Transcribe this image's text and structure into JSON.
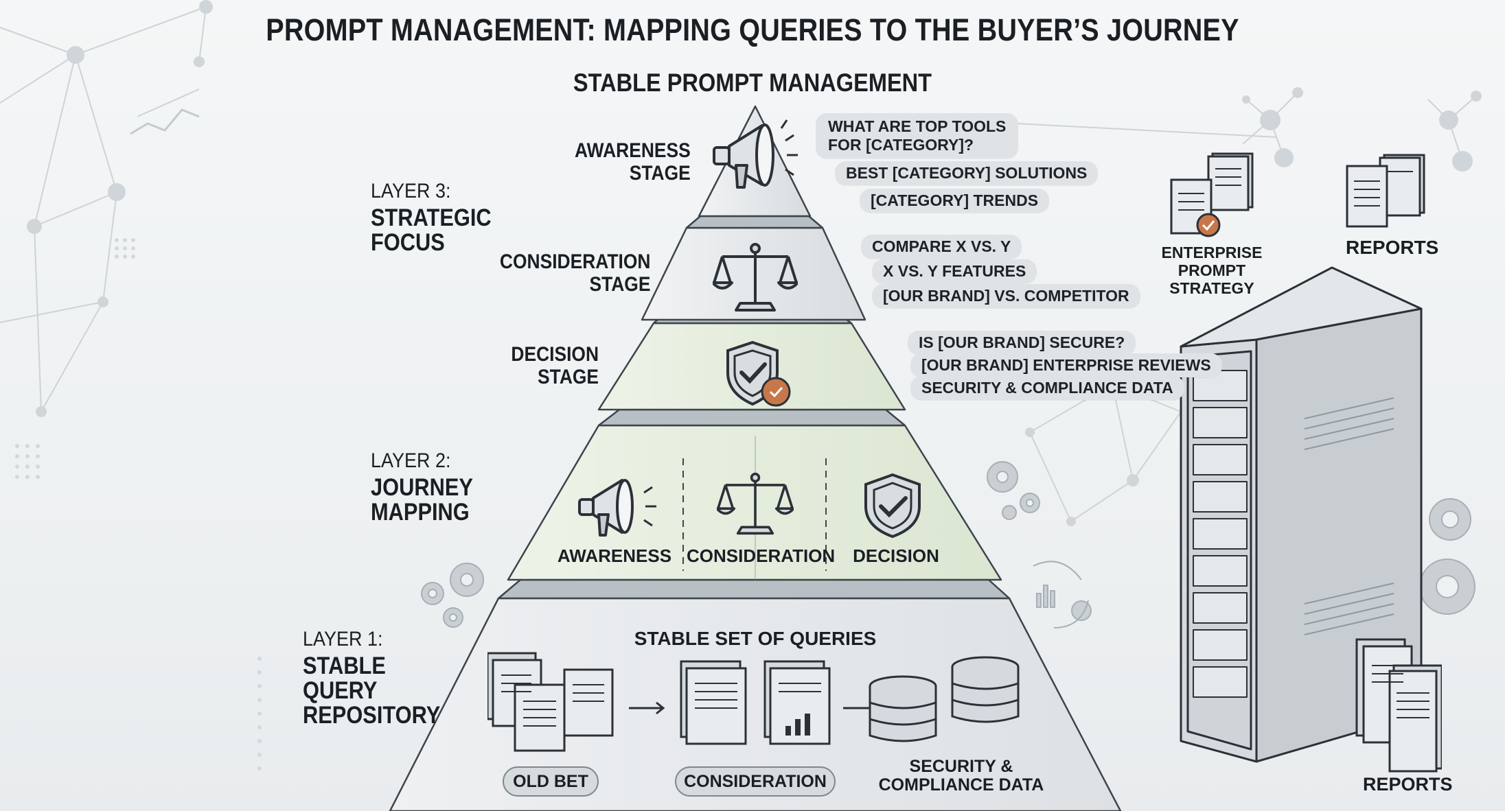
{
  "title": "PROMPT MANAGEMENT: MAPPING QUERIES TO THE BUYER’S JOURNEY",
  "subtitle": "STABLE PROMPT MANAGEMENT",
  "layers": [
    {
      "number": "LAYER 3:",
      "name_lines": [
        "STRATEGIC",
        "FOCUS"
      ]
    },
    {
      "number": "LAYER 2:",
      "name_lines": [
        "JOURNEY",
        "MAPPING"
      ]
    },
    {
      "number": "LAYER 1:",
      "name_lines": [
        "STABLE",
        "QUERY",
        "REPOSITORY"
      ]
    }
  ],
  "stages": {
    "awareness": {
      "label_lines": [
        "AWARENESS",
        "STAGE"
      ],
      "icon": "megaphone-icon",
      "queries": [
        "WHAT ARE TOP TOOLS",
        "FOR [CATEGORY]?",
        "BEST [CATEGORY] SOLUTIONS",
        "[CATEGORY] TRENDS"
      ]
    },
    "consideration": {
      "label_lines": [
        "CONSIDERATION",
        "STAGE"
      ],
      "icon": "scales-icon",
      "queries": [
        "COMPARE X VS. Y",
        "X VS. Y FEATURES",
        "[OUR BRAND] VS. COMPETITOR"
      ]
    },
    "decision": {
      "label_lines": [
        "DECISION",
        "STAGE"
      ],
      "icon": "shield-check-icon",
      "queries": [
        "IS [OUR BRAND] SECURE?",
        "[OUR BRAND] ENTERPRISE REVIEWS",
        "SECURITY & COMPLIANCE DATA"
      ]
    }
  },
  "journey_mapping": [
    "AWARENESS",
    "CONSIDERATION",
    "DECISION"
  ],
  "repository": {
    "heading": "STABLE SET OF QUERIES",
    "pills": [
      "OLD BET",
      "CONSIDERATION"
    ],
    "data_lines": [
      "SECURITY &",
      "COMPLIANCE DATA"
    ]
  },
  "right_panel": {
    "strategy_lines": [
      "ENTERPRISE",
      "PROMPT",
      "STRATEGY"
    ],
    "reports_top": "REPORTS",
    "reports_bottom": "REPORTS"
  },
  "colors": {
    "pyramid_gray": "#e3e7ea",
    "pyramid_green": "#e3ecdb",
    "pyramid_edge": "#3d454c",
    "accent_check": "#c8774a",
    "bubble": "#dfe3e6"
  }
}
